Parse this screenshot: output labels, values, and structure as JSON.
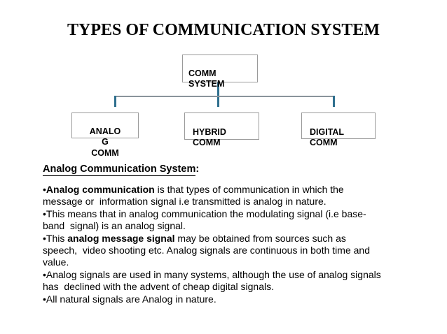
{
  "title": "TYPES OF COMMUNICATION SYSTEM",
  "colors": {
    "connector": "#2e6f8e",
    "connector_h": "#8a949b",
    "box_border": "#9a9a9a",
    "text": "#000000"
  },
  "diagram": {
    "root": {
      "text": "COMM\nSYSTEM"
    },
    "children": [
      {
        "text": "ANALO\nG\nCOMM"
      },
      {
        "text": "HYBRID\nCOMM"
      },
      {
        "text": "DIGITAL\nCOMM"
      }
    ]
  },
  "body": {
    "heading": "Analog Communication System",
    "heading_suffix": ":",
    "lines": [
      [
        {
          "t": "•",
          "b": 0
        },
        {
          "t": "Analog communication",
          "b": 1
        },
        {
          "t": " is that types of communication in which the",
          "b": 0
        }
      ],
      [
        {
          "t": "message or  information signal i.e transmitted is analog in nature.",
          "b": 0
        }
      ],
      [
        {
          "t": "•This means that in analog communication the modulating signal (i.e base-",
          "b": 0
        }
      ],
      [
        {
          "t": "band  signal) is an analog signal.",
          "b": 0
        }
      ],
      [
        {
          "t": "•This ",
          "b": 0
        },
        {
          "t": "analog message signal",
          "b": 1
        },
        {
          "t": " may be obtained from sources such as",
          "b": 0
        }
      ],
      [
        {
          "t": "speech,  video shooting etc. Analog signals are continuous in both time and",
          "b": 0
        }
      ],
      [
        {
          "t": "value.",
          "b": 0
        }
      ],
      [
        {
          "t": "•Analog signals are used in many systems, although the use of analog signals",
          "b": 0
        }
      ],
      [
        {
          "t": "has  declined with the advent of cheap digital signals.",
          "b": 0
        }
      ],
      [
        {
          "t": "•All natural signals are Analog in nature.",
          "b": 0
        }
      ]
    ]
  }
}
